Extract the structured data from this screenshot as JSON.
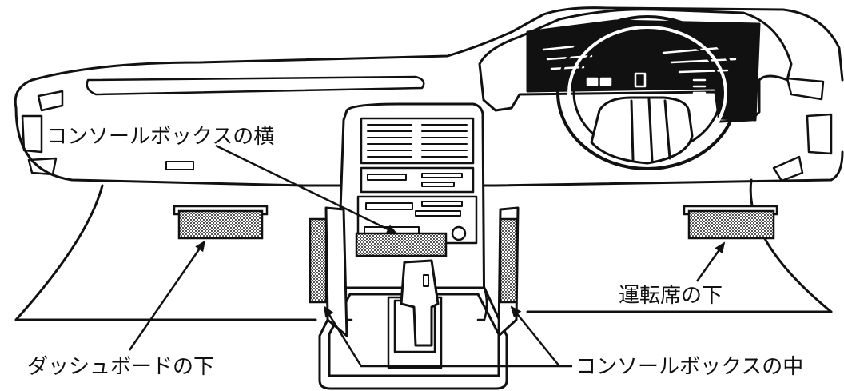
{
  "labels": {
    "console_side": "コンソールボックスの横",
    "driver_seat_under": "運転席の下",
    "dashboard_under": "ダッシュボードの下",
    "console_inside": "コンソールボックスの中"
  },
  "colors": {
    "ink": "#111111",
    "background": "#ffffff",
    "hatch": "#8a8a8a"
  }
}
